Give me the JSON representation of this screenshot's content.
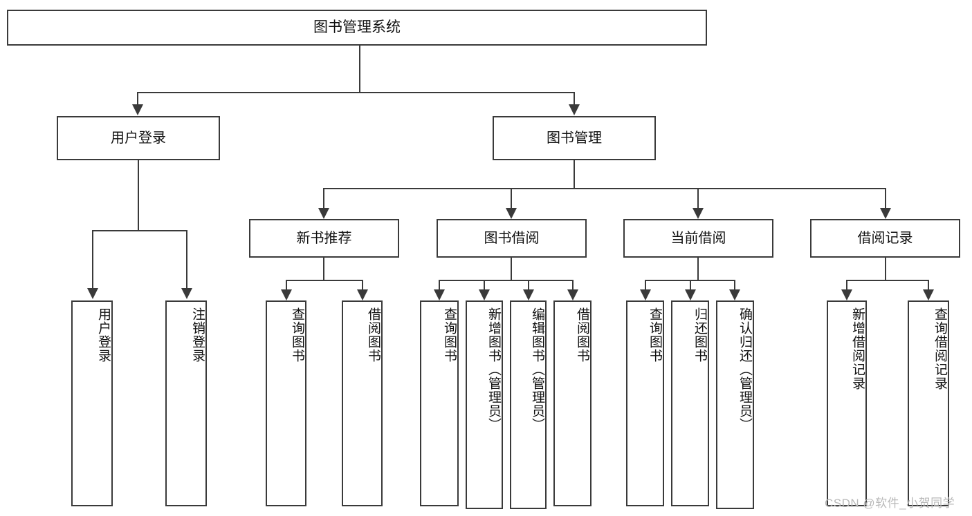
{
  "diagram": {
    "type": "tree-hierarchy",
    "title": "图书管理系统",
    "root": {
      "label": "图书管理系统"
    },
    "level1": [
      {
        "label": "用户登录"
      },
      {
        "label": "图书管理"
      }
    ],
    "level2": [
      {
        "label": "新书推荐",
        "parent": "图书管理"
      },
      {
        "label": "图书借阅",
        "parent": "图书管理"
      },
      {
        "label": "当前借阅",
        "parent": "图书管理"
      },
      {
        "label": "借阅记录",
        "parent": "图书管理"
      }
    ],
    "leaves": [
      {
        "label": "用户登录",
        "parent": "用户登录"
      },
      {
        "label": "注销登录",
        "parent": "用户登录"
      },
      {
        "label": "查询图书",
        "parent": "新书推荐"
      },
      {
        "label": "借阅图书",
        "parent": "新书推荐"
      },
      {
        "label": "查询图书",
        "parent": "图书借阅"
      },
      {
        "label": "新增图书（管理员）",
        "parent": "图书借阅"
      },
      {
        "label": "编辑图书（管理员）",
        "parent": "图书借阅"
      },
      {
        "label": "借阅图书",
        "parent": "图书借阅"
      },
      {
        "label": "查询图书",
        "parent": "当前借阅"
      },
      {
        "label": "归还图书",
        "parent": "当前借阅"
      },
      {
        "label": "确认归还（管理员）",
        "parent": "当前借阅"
      },
      {
        "label": "新增借阅记录",
        "parent": "借阅记录"
      },
      {
        "label": "查询借阅记录",
        "parent": "借阅记录"
      }
    ]
  },
  "watermark": {
    "text": "CSDN @软件_小贺同学"
  },
  "colors": {
    "stroke": "#3a3a3a",
    "background": "#ffffff",
    "text": "#111111",
    "watermark": "#b9b9b9"
  }
}
